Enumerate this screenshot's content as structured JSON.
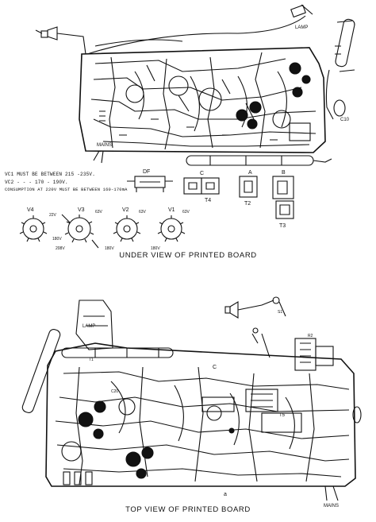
{
  "captions": {
    "under": "UNDER VIEW OF PRINTED BOARD",
    "top": "TOP VIEW OF PRINTED BOARD"
  },
  "notes": [
    "VC1 MUST BE BETWEEN 215 -235V.",
    "VC2  -  -   -    170 - 190V.",
    "CONSUMPTION AT 220V MUST BE BETWEEN 160-170mA"
  ],
  "labels": {
    "lamp_under": "LAMP",
    "lamp_top": "LAMP",
    "mains_under": "MAINS",
    "mains_top": "MAINS",
    "df": "DF",
    "c": "C",
    "a": "A",
    "b": "B",
    "t4": "T4",
    "t2": "T2",
    "t3": "T3",
    "v1": "V1",
    "v2": "V2",
    "v3": "V3",
    "v4": "V4",
    "c10": "C10",
    "volt_a": "63V",
    "volt_b": "63V",
    "volt_c": "63V",
    "volt_d": "22V",
    "res_a": "180V",
    "res_b": "180V",
    "res_c": "180V",
    "res_d": "208V",
    "top_c": "C",
    "top_a": "a",
    "top_t5": "T5",
    "top_c20": "C20",
    "top_s1": "S1",
    "top_t1": "T1",
    "top_r2": "R2"
  },
  "colors": {
    "ink": "#111111",
    "paper": "#ffffff"
  }
}
